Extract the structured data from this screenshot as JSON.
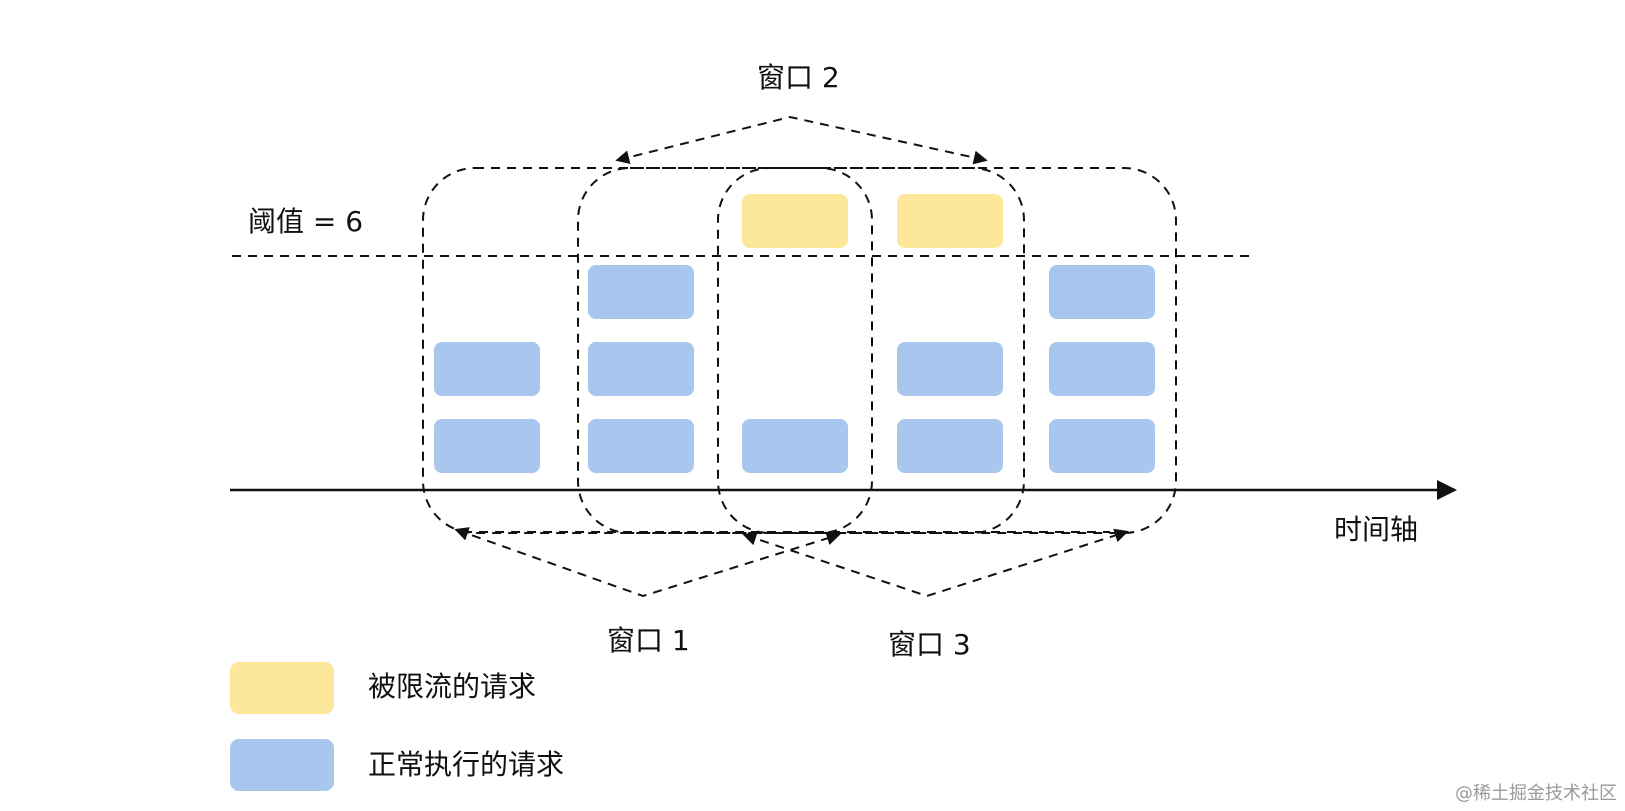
{
  "threshold_label": "阈值 = 6",
  "windows": [
    {
      "label": "窗口 1"
    },
    {
      "label": "窗口 2"
    },
    {
      "label": "窗口 3"
    }
  ],
  "time_axis_label": "时间轴",
  "legend": [
    {
      "label": "被限流的请求",
      "color": "#fde79a"
    },
    {
      "label": "正常执行的请求",
      "color": "#a9c6ee"
    }
  ],
  "colors": {
    "throttled": "#fde79a",
    "normal": "#a9c6ee",
    "line": "#111111"
  },
  "columns": [
    {
      "normal": 2,
      "throttled": 0
    },
    {
      "normal": 3,
      "throttled": 0
    },
    {
      "normal": 1,
      "throttled": 1
    },
    {
      "normal": 2,
      "throttled": 1
    },
    {
      "normal": 3,
      "throttled": 0
    }
  ],
  "watermark": "@稀土掘金技术社区"
}
